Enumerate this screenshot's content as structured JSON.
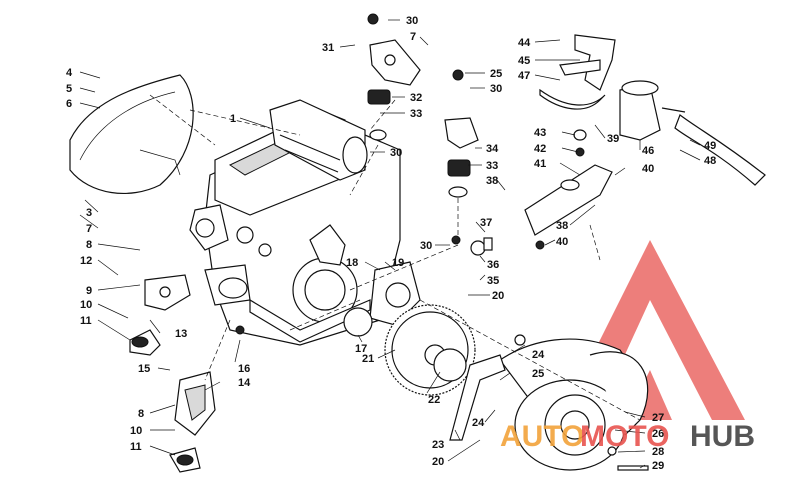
{
  "callouts": [
    "30",
    "7",
    "31",
    "32",
    "33",
    "30",
    "25",
    "30",
    "34",
    "33",
    "38",
    "37",
    "30",
    "36",
    "35",
    "20",
    "1",
    "4",
    "5",
    "6",
    "3",
    "7",
    "8",
    "12",
    "9",
    "10",
    "11",
    "13",
    "15",
    "16",
    "14",
    "8",
    "10",
    "11",
    "18",
    "19",
    "17",
    "21",
    "22",
    "23",
    "20",
    "24",
    "25",
    "24",
    "27",
    "26",
    "28",
    "29",
    "44",
    "45",
    "47",
    "39",
    "46",
    "43",
    "42",
    "41",
    "40",
    "38",
    "40",
    "49",
    "48"
  ],
  "watermark": {
    "part1": "AUTO",
    "part2": "MOTO",
    "part3": "HUB",
    "color_red": "#e8544f",
    "color_orange": "#f2a33a",
    "color_grey": "#444444"
  }
}
